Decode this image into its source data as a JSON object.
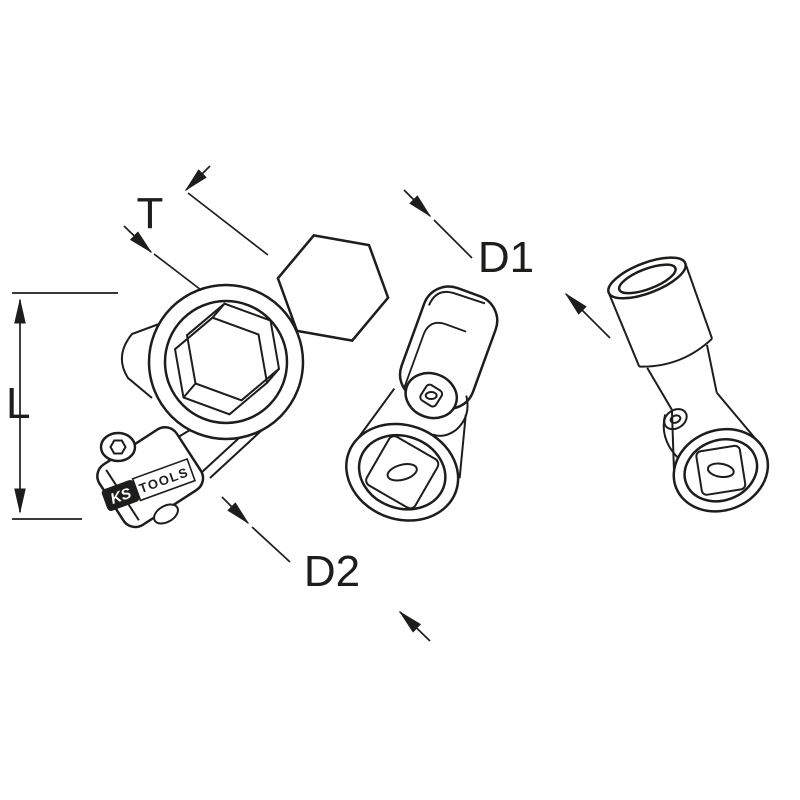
{
  "diagram": {
    "type": "technical-drawing",
    "subject": "universal-joint-socket",
    "background_color": "#ffffff",
    "line_color": "#1d1d1b",
    "labels": {
      "t": "T",
      "l": "L",
      "d1": "D1",
      "d2": "D2"
    },
    "brand": {
      "ks": "KS",
      "tools": "TOOLS"
    }
  }
}
